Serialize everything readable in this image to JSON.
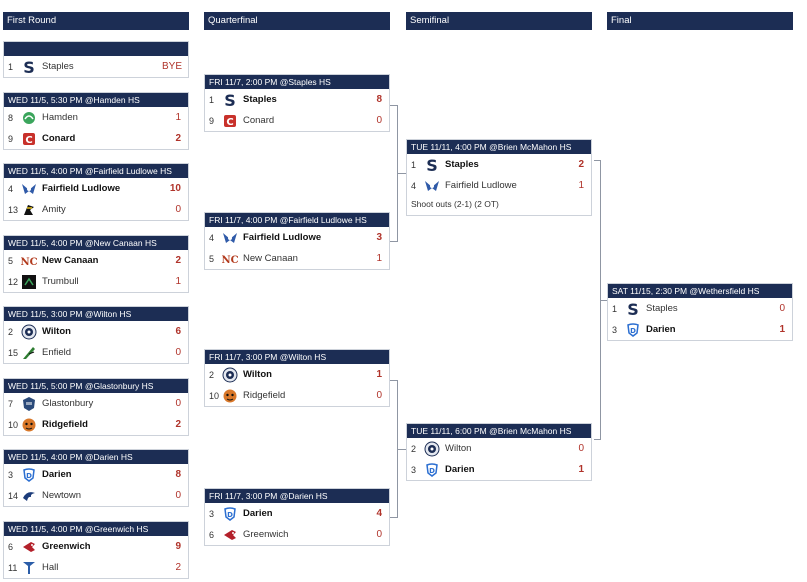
{
  "rounds": {
    "r1": "First Round",
    "qf": "Quarterfinal",
    "sf": "Semifinal",
    "f": "Final"
  },
  "first_round": [
    {
      "header": "",
      "teams": [
        {
          "seed": "1",
          "name": "Staples",
          "logo": "staples-logo-icon",
          "score": "BYE",
          "win": false
        }
      ]
    },
    {
      "header": "WED 11/5, 5:30 PM @Hamden HS",
      "teams": [
        {
          "seed": "8",
          "name": "Hamden",
          "logo": "hamden-logo-icon",
          "score": "1",
          "win": false
        },
        {
          "seed": "9",
          "name": "Conard",
          "logo": "conard-logo-icon",
          "score": "2",
          "win": true
        }
      ]
    },
    {
      "header": "WED 11/5, 4:00 PM @Fairfield Ludlowe HS",
      "teams": [
        {
          "seed": "4",
          "name": "Fairfield Ludlowe",
          "logo": "fairfield-ludlowe-logo-icon",
          "score": "10",
          "win": true
        },
        {
          "seed": "13",
          "name": "Amity",
          "logo": "amity-logo-icon",
          "score": "0",
          "win": false
        }
      ]
    },
    {
      "header": "WED 11/5, 4:00 PM @New Canaan HS",
      "teams": [
        {
          "seed": "5",
          "name": "New Canaan",
          "logo": "new-canaan-logo-icon",
          "score": "2",
          "win": true
        },
        {
          "seed": "12",
          "name": "Trumbull",
          "logo": "trumbull-logo-icon",
          "score": "1",
          "win": false
        }
      ]
    },
    {
      "header": "WED 11/5, 3:00 PM @Wilton HS",
      "teams": [
        {
          "seed": "2",
          "name": "Wilton",
          "logo": "wilton-logo-icon",
          "score": "6",
          "win": true
        },
        {
          "seed": "15",
          "name": "Enfield",
          "logo": "enfield-logo-icon",
          "score": "0",
          "win": false
        }
      ]
    },
    {
      "header": "WED 11/5, 5:00 PM @Glastonbury HS",
      "teams": [
        {
          "seed": "7",
          "name": "Glastonbury",
          "logo": "glastonbury-logo-icon",
          "score": "0",
          "win": false
        },
        {
          "seed": "10",
          "name": "Ridgefield",
          "logo": "ridgefield-logo-icon",
          "score": "2",
          "win": true
        }
      ]
    },
    {
      "header": "WED 11/5, 4:00 PM @Darien HS",
      "teams": [
        {
          "seed": "3",
          "name": "Darien",
          "logo": "darien-logo-icon",
          "score": "8",
          "win": true
        },
        {
          "seed": "14",
          "name": "Newtown",
          "logo": "newtown-logo-icon",
          "score": "0",
          "win": false
        }
      ]
    },
    {
      "header": "WED 11/5, 4:00 PM @Greenwich HS",
      "teams": [
        {
          "seed": "6",
          "name": "Greenwich",
          "logo": "greenwich-logo-icon",
          "score": "9",
          "win": true
        },
        {
          "seed": "11",
          "name": "Hall",
          "logo": "hall-logo-icon",
          "score": "2",
          "win": false
        }
      ]
    }
  ],
  "quarterfinal": [
    {
      "header": "FRI 11/7, 2:00 PM @Staples HS",
      "teams": [
        {
          "seed": "1",
          "name": "Staples",
          "logo": "staples-logo-icon",
          "score": "8",
          "win": true
        },
        {
          "seed": "9",
          "name": "Conard",
          "logo": "conard-logo-icon",
          "score": "0",
          "win": false
        }
      ]
    },
    {
      "header": "FRI 11/7, 4:00 PM @Fairfield Ludlowe HS",
      "teams": [
        {
          "seed": "4",
          "name": "Fairfield Ludlowe",
          "logo": "fairfield-ludlowe-logo-icon",
          "score": "3",
          "win": true
        },
        {
          "seed": "5",
          "name": "New Canaan",
          "logo": "new-canaan-logo-icon",
          "score": "1",
          "win": false
        }
      ]
    },
    {
      "header": "FRI 11/7, 3:00 PM @Wilton HS",
      "teams": [
        {
          "seed": "2",
          "name": "Wilton",
          "logo": "wilton-logo-icon",
          "score": "1",
          "win": true
        },
        {
          "seed": "10",
          "name": "Ridgefield",
          "logo": "ridgefield-logo-icon",
          "score": "0",
          "win": false
        }
      ]
    },
    {
      "header": "FRI 11/7, 3:00 PM @Darien HS",
      "teams": [
        {
          "seed": "3",
          "name": "Darien",
          "logo": "darien-logo-icon",
          "score": "4",
          "win": true
        },
        {
          "seed": "6",
          "name": "Greenwich",
          "logo": "greenwich-logo-icon",
          "score": "0",
          "win": false
        }
      ]
    }
  ],
  "semifinal": [
    {
      "header": "TUE 11/11, 4:00 PM @Brien McMahon HS",
      "note": "Shoot outs (2-1) (2 OT)",
      "teams": [
        {
          "seed": "1",
          "name": "Staples",
          "logo": "staples-logo-icon",
          "score": "2",
          "win": true
        },
        {
          "seed": "4",
          "name": "Fairfield Ludlowe",
          "logo": "fairfield-ludlowe-logo-icon",
          "score": "1",
          "win": false
        }
      ]
    },
    {
      "header": "TUE 11/11, 6:00 PM @Brien McMahon HS",
      "teams": [
        {
          "seed": "2",
          "name": "Wilton",
          "logo": "wilton-logo-icon",
          "score": "0",
          "win": false
        },
        {
          "seed": "3",
          "name": "Darien",
          "logo": "darien-logo-icon",
          "score": "1",
          "win": true
        }
      ]
    }
  ],
  "final": [
    {
      "header": "SAT 11/15, 2:30 PM @Wethersfield HS",
      "teams": [
        {
          "seed": "1",
          "name": "Staples",
          "logo": "staples-logo-icon",
          "score": "0",
          "win": false
        },
        {
          "seed": "3",
          "name": "Darien",
          "logo": "darien-logo-icon",
          "score": "1",
          "win": true
        }
      ]
    }
  ],
  "colors": {
    "header_bg": "#1c2d54",
    "score": "#b0332a"
  }
}
